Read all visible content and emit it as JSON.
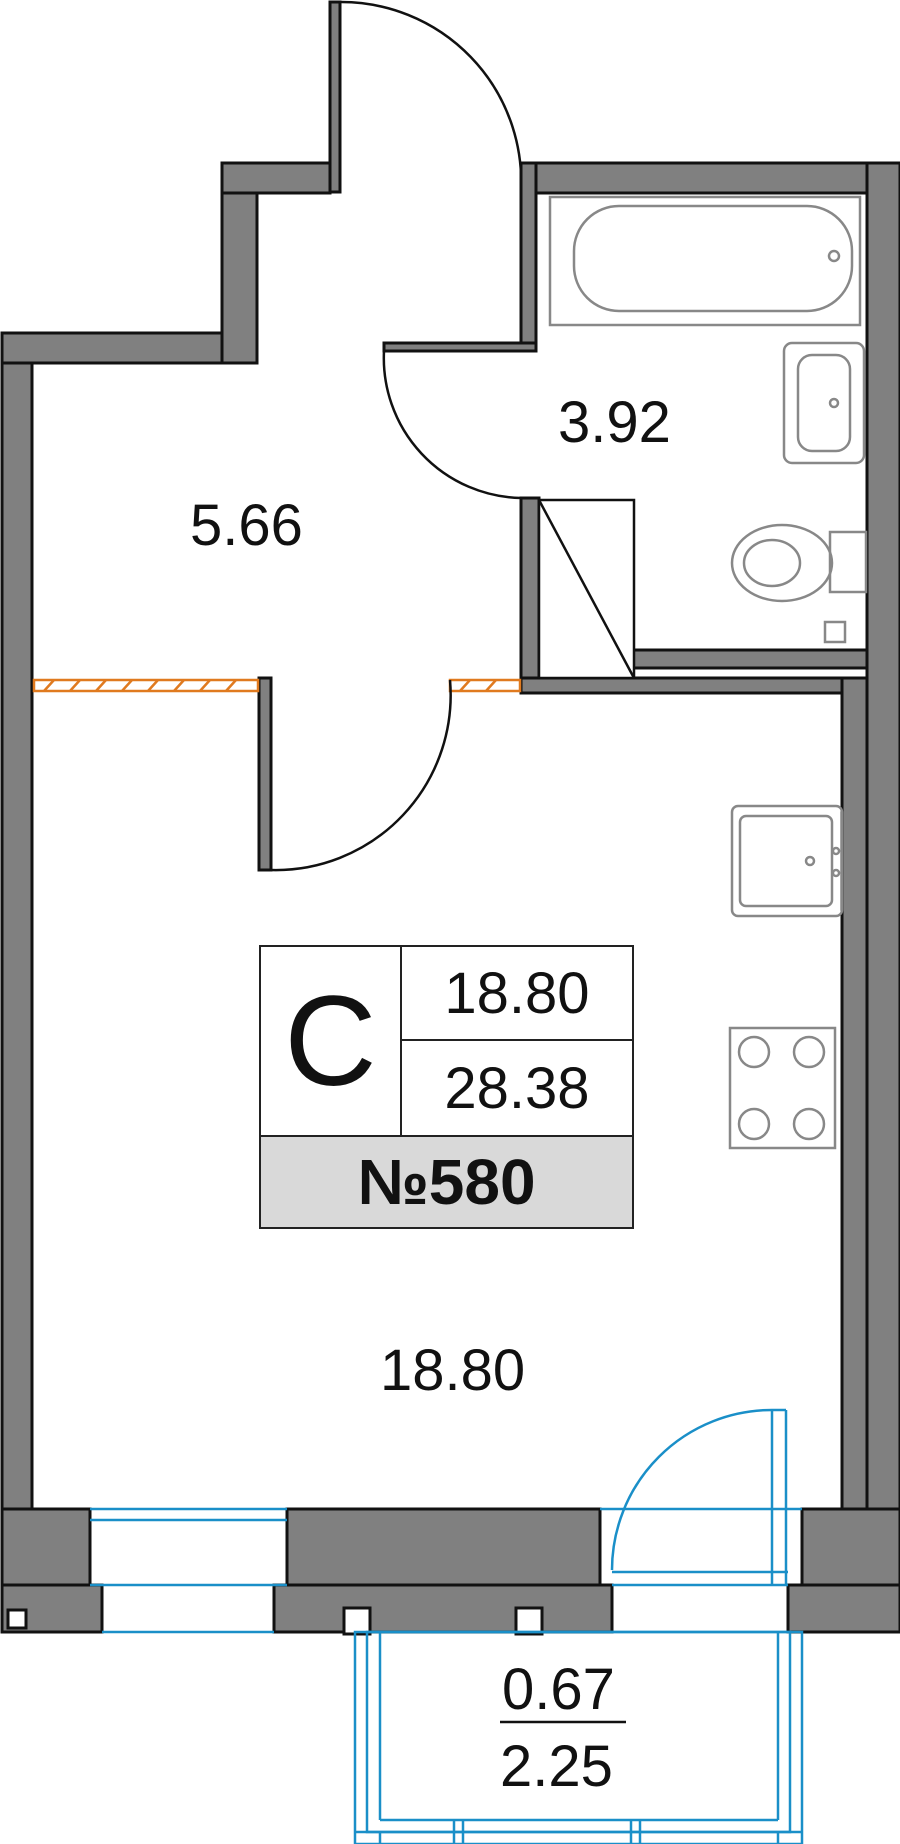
{
  "rooms": {
    "hall": {
      "area": "5.66"
    },
    "bathroom": {
      "area": "3.92"
    },
    "living_room": {
      "area": "18.80"
    },
    "balcony": {
      "area_reduced": "0.67",
      "area_full": "2.25"
    }
  },
  "apartment": {
    "type_letter": "С",
    "living_area": "18.80",
    "total_area": "28.38",
    "number": "№580"
  },
  "colors": {
    "wall": "#808080",
    "wall_outline": "#111111",
    "window": "#1a8fc8",
    "threshold": "#e07a1f",
    "fixture": "#888888",
    "badge_footer": "#d9d9d9"
  }
}
